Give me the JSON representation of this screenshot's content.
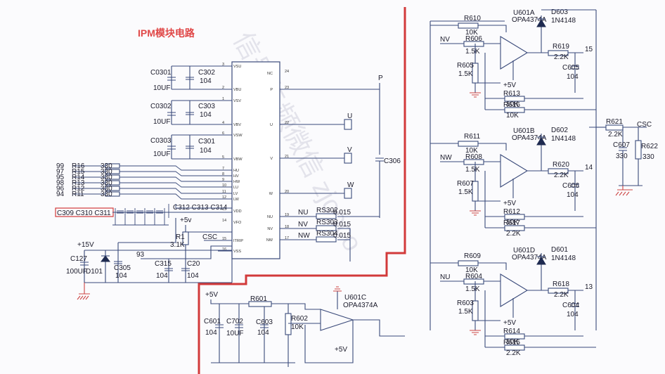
{
  "title": "IPM模块电路",
  "watermark": "信号与频微信 zjcoco",
  "ipm": {
    "left_pins": [
      {
        "num": "3",
        "name": "VSU"
      },
      {
        "num": "2",
        "name": "VBU"
      },
      {
        "num": "1",
        "name": "VSV"
      },
      {
        "num": "4",
        "name": "VBV"
      },
      {
        "num": "6",
        "name": "VSW"
      },
      {
        "num": "5",
        "name": "VBW"
      },
      {
        "num": "7",
        "name": "HU"
      },
      {
        "num": "8",
        "name": "HV"
      },
      {
        "num": "9",
        "name": "HW"
      },
      {
        "num": "10",
        "name": "LU"
      },
      {
        "num": "11",
        "name": "LV"
      },
      {
        "num": "12",
        "name": "LW"
      },
      {
        "num": "13",
        "name": "VDD"
      },
      {
        "num": "14",
        "name": "VFO"
      },
      {
        "num": "15",
        "name": "ITRIP"
      },
      {
        "num": "16",
        "name": "VSS"
      }
    ],
    "right_pins": [
      {
        "num": "24",
        "name": "NC"
      },
      {
        "num": "23",
        "name": "P"
      },
      {
        "num": "22",
        "name": "U"
      },
      {
        "num": "21",
        "name": "V"
      },
      {
        "num": "20",
        "name": "W"
      },
      {
        "num": "19",
        "name": "NU"
      },
      {
        "num": "18",
        "name": "NV"
      },
      {
        "num": "17",
        "name": "NW"
      }
    ]
  },
  "caps_left": [
    {
      "a": "C0301",
      "b": "C302",
      "val_a": "10UF",
      "val_b": "104"
    },
    {
      "a": "C0302",
      "b": "C303",
      "val_a": "10UF",
      "val_b": "104"
    },
    {
      "a": "C0303",
      "b": "C301",
      "val_a": "10UF",
      "val_b": "104"
    }
  ],
  "inputs": [
    {
      "net": "99",
      "res": "R16",
      "val": "330"
    },
    {
      "net": "97",
      "res": "R15",
      "val": "330"
    },
    {
      "net": "95",
      "res": "R14",
      "val": "330"
    },
    {
      "net": "98",
      "res": "R13",
      "val": "330"
    },
    {
      "net": "96",
      "res": "R12",
      "val": "330"
    },
    {
      "net": "94",
      "res": "R11",
      "val": "330"
    }
  ],
  "cap_group_a": "C309 C310 C311",
  "cap_group_b": "C312 C313 C314",
  "supply": {
    "v15": "+15V",
    "v5": "+5v",
    "c127": "C127",
    "c127v": "100UF",
    "d101": "D101",
    "c305": "C305",
    "c305v": "104",
    "r1": "R1",
    "r1v": "3.1K",
    "net93": "93",
    "c315": "C315",
    "c315v": "104",
    "c20": "C20",
    "c20v": "104",
    "csc": "CSC"
  },
  "outputs": {
    "p": "P",
    "u": "U",
    "v": "V",
    "w": "W",
    "c306": "C306",
    "nu": "NU",
    "nv": "NV",
    "nw": "NW"
  },
  "shunts": [
    {
      "name": "RS302",
      "val": "0.015"
    },
    {
      "name": "RS303",
      "val": "0.015"
    },
    {
      "name": "RS304",
      "val": "0.015"
    }
  ],
  "amp_a": {
    "rfb": "R610",
    "rfbv": "10K",
    "rin": "R606",
    "rinv": "1.5K",
    "net": "NV",
    "rg": "R605",
    "rgv": "1.5K",
    "op": "U601A",
    "opn": "OPA4374A",
    "dio": "D603",
    "diov": "1N4148",
    "rout": "R619",
    "routv": "2.2K",
    "out": "15",
    "cap": "C605",
    "capv": "104",
    "r2": "R613",
    "r2v": "10K",
    "r3": "R616",
    "r3v": "10K",
    "vcc": "+5V"
  },
  "amp_b": {
    "rfb": "R611",
    "rfbv": "10K",
    "rin": "R608",
    "rinv": "1.5K",
    "net": "NW",
    "rg": "R607",
    "rgv": "1.5K",
    "op": "U601B",
    "opn": "OPA4374A",
    "dio": "D602",
    "diov": "1N4148",
    "rout": "R620",
    "routv": "2.2K",
    "out": "14",
    "cap": "C606",
    "capv": "104",
    "r2": "R612",
    "r2v": "10K",
    "r3": "R617",
    "r3v": "2.2K",
    "vcc": "+5V"
  },
  "amp_d": {
    "rfb": "R609",
    "rfbv": "10K",
    "rin": "R604",
    "rinv": "1.5K",
    "net": "NU",
    "rg": "R603",
    "rgv": "1.5K",
    "op": "U601D",
    "opn": "OPA4374A",
    "dio": "D601",
    "diov": "1N4148",
    "rout": "R618",
    "routv": "2.2K",
    "out": "13",
    "cap": "C604",
    "capv": "104",
    "r2": "R614",
    "r2v": "10K",
    "r3": "R615",
    "r3v": "2.2K",
    "vcc": "+5V"
  },
  "csc_net": {
    "r621": "R621",
    "r621v": "2.2K",
    "csc": "CSC",
    "c607": "C607",
    "c607v": "330",
    "r622": "R622",
    "r622v": "330"
  },
  "ref": {
    "v5": "+5V",
    "r601": "R601",
    "c601": "C601",
    "c601v": "104",
    "c702": "C702",
    "c702v": "10UF",
    "c603": "C603",
    "c603v": "104",
    "r602": "R602",
    "r602v": "10K",
    "op": "U601C",
    "opn": "OPA4374A",
    "v5b": "+5V"
  },
  "colors": {
    "wire": "#3a4a7a",
    "divider": "#d23a3a",
    "title": "#e04848",
    "ground": "#c44"
  }
}
